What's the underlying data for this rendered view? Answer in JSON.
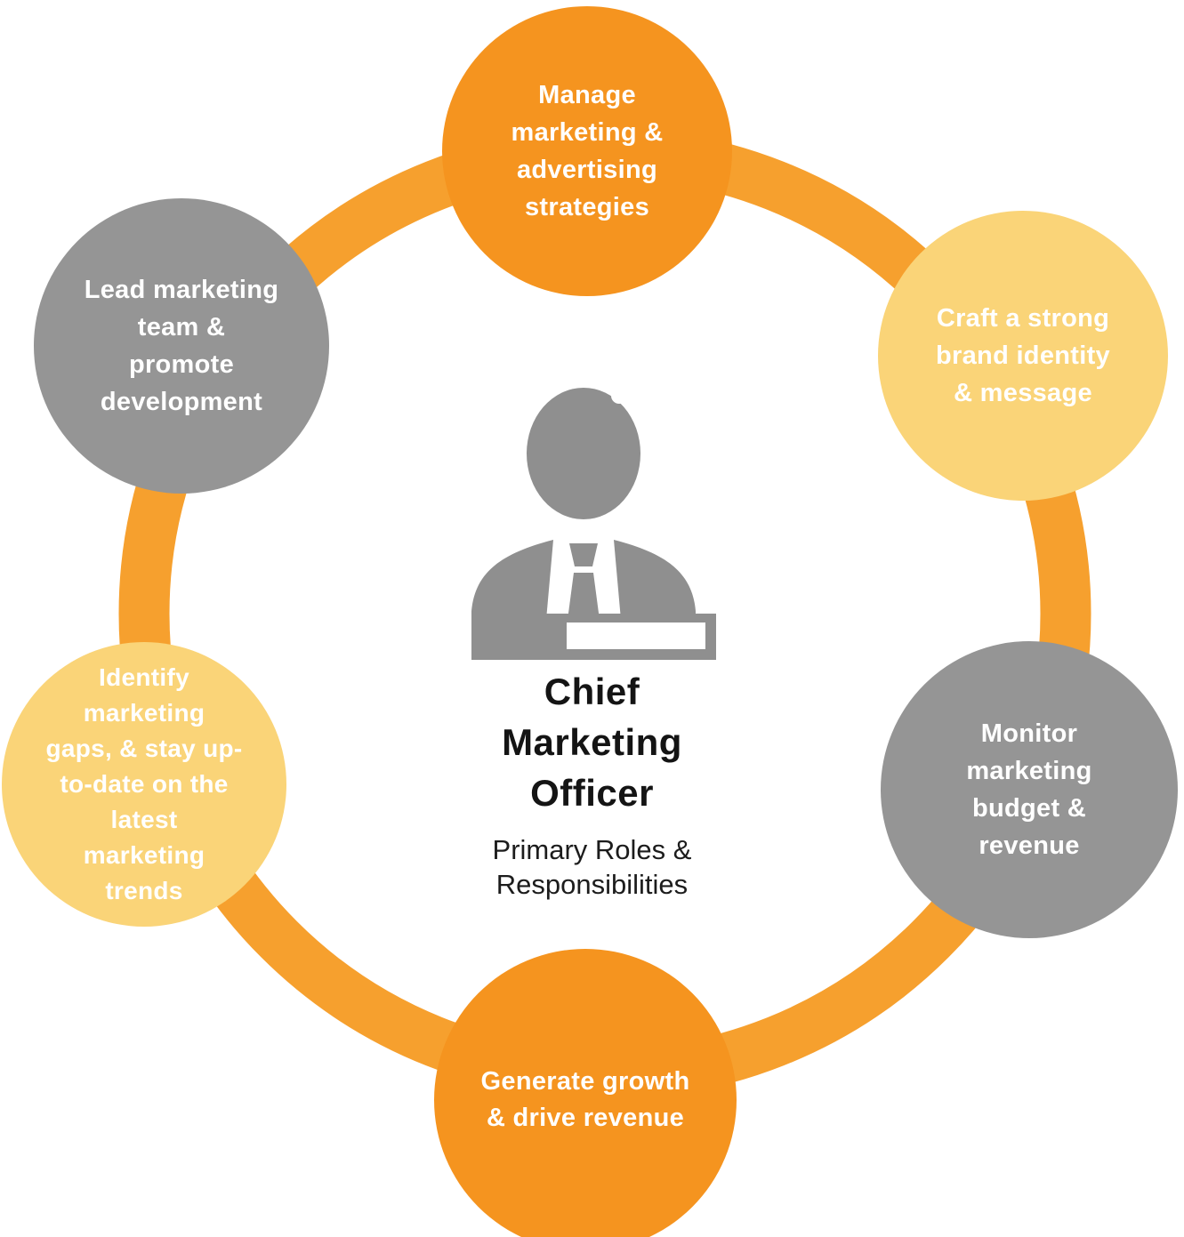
{
  "diagram": {
    "title": "Chief\nMarketing\nOfficer",
    "subtitle": "Primary Roles &\nResponsibilities",
    "center_icon": "businessman-podium-icon",
    "nodes": [
      {
        "id": "manage-marketing-advertising",
        "position": "top",
        "color": "#F5941F",
        "color_name": "orange",
        "label": "Manage\nmarketing &\nadvertising\nstrategies"
      },
      {
        "id": "craft-brand-identity",
        "position": "top-right",
        "color": "#FAD478",
        "color_name": "yellow",
        "label": "Craft a strong\nbrand identity\n& message"
      },
      {
        "id": "monitor-budget-revenue",
        "position": "right",
        "color": "#959595",
        "color_name": "gray",
        "label": "Monitor\nmarketing\nbudget &\nrevenue"
      },
      {
        "id": "generate-growth-revenue",
        "position": "bottom",
        "color": "#F5941F",
        "color_name": "orange",
        "label": "Generate growth\n& drive revenue"
      },
      {
        "id": "identify-marketing-gaps",
        "position": "bottom-left",
        "color": "#FAD478",
        "color_name": "yellow",
        "label": "Identify\nmarketing\ngaps, & stay up-\nto-date on the\nlatest\nmarketing\ntrends"
      },
      {
        "id": "lead-marketing-team",
        "position": "top-left",
        "color": "#959595",
        "color_name": "gray",
        "label": "Lead marketing\nteam &\npromote\ndevelopment"
      }
    ],
    "colors": {
      "orange": "#F5941F",
      "yellow": "#FAD478",
      "gray": "#959595",
      "ring": "#F6A02E",
      "node_text": "#FFFFFF",
      "title_text": "#141414",
      "icon_gray": "#8F8F8F",
      "background": "#FFFFFF"
    }
  }
}
